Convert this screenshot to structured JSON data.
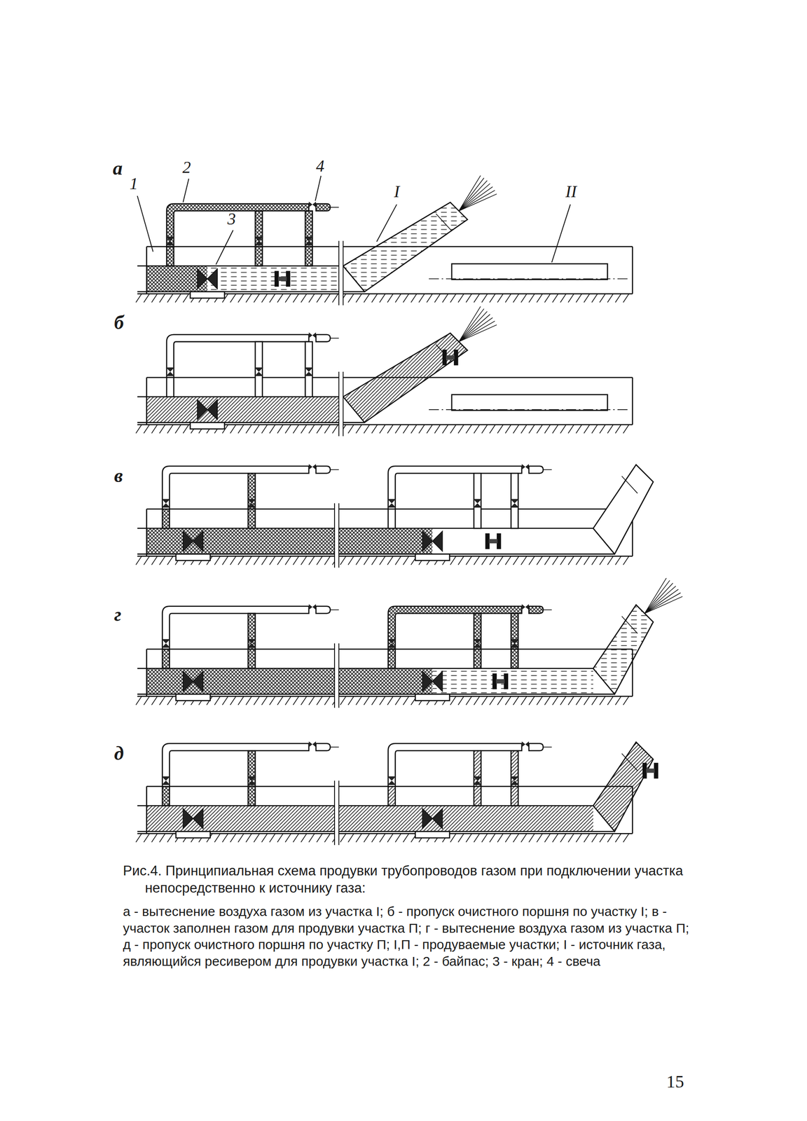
{
  "diagram": {
    "caption": "Рис.4. Принципиальная схема продувки трубопроводов газом при подключении участка непосредственно к источнику газа:",
    "labels": [
      "а",
      "1",
      "2",
      "3",
      "4",
      "I",
      "II",
      "б",
      "в",
      "г",
      "д",
      "а - вытеснение воздуха газом из участка I; б - пропуск очистного поршня по участку I; в - участок заполнен газом для продувки участка П; г - вытеснение воздуха газом из участка П; д - пропуск очистного поршня по участку П; I,П - продуваемые участки; I - источник газа, являющийся ресивером для продувки участка I; 2 - байпас; 3 - кран; 4 - свеча",
      "15"
    ]
  }
}
